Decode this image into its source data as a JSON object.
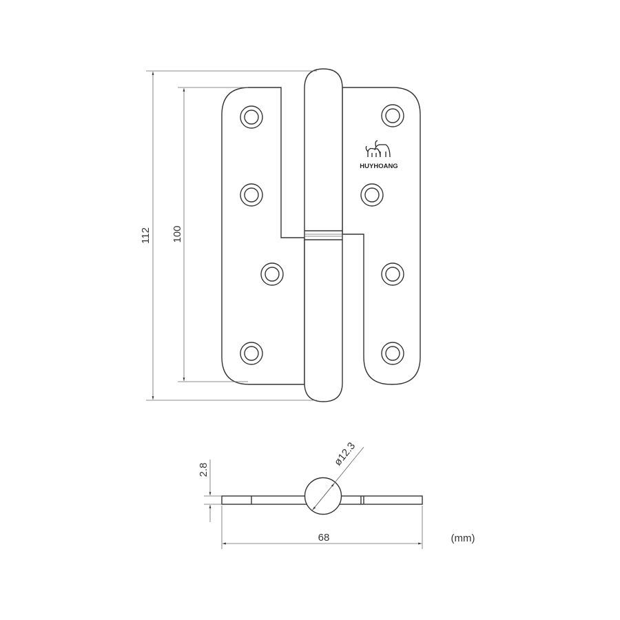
{
  "brand": {
    "logo_text": "HUYHOANG",
    "logo_icon": "elephants-icon"
  },
  "dimensions": {
    "overall_height": "112",
    "leaf_height": "100",
    "thickness": "2.8",
    "pin_diameter": "ø12.3",
    "width": "68",
    "unit": "(mm)"
  },
  "colors": {
    "line": "#333333",
    "background": "#ffffff"
  }
}
